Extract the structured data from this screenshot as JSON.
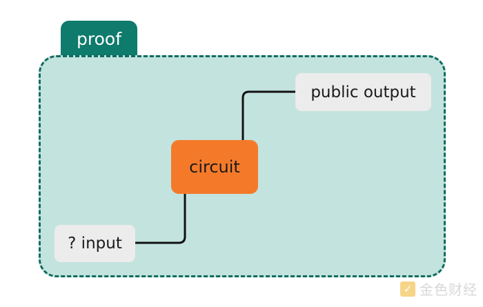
{
  "diagram": {
    "container_label": "proof",
    "nodes": {
      "input": "? input",
      "circuit": "circuit",
      "public_output": "public output"
    }
  },
  "watermark": {
    "text": "金色财经"
  },
  "colors": {
    "tab": "#0e7b6c",
    "panel_fill": "#c3e3de",
    "panel_border": "#0e6b5e",
    "circuit": "#f47a2a",
    "io_node": "#ececec",
    "wire": "#111111"
  }
}
